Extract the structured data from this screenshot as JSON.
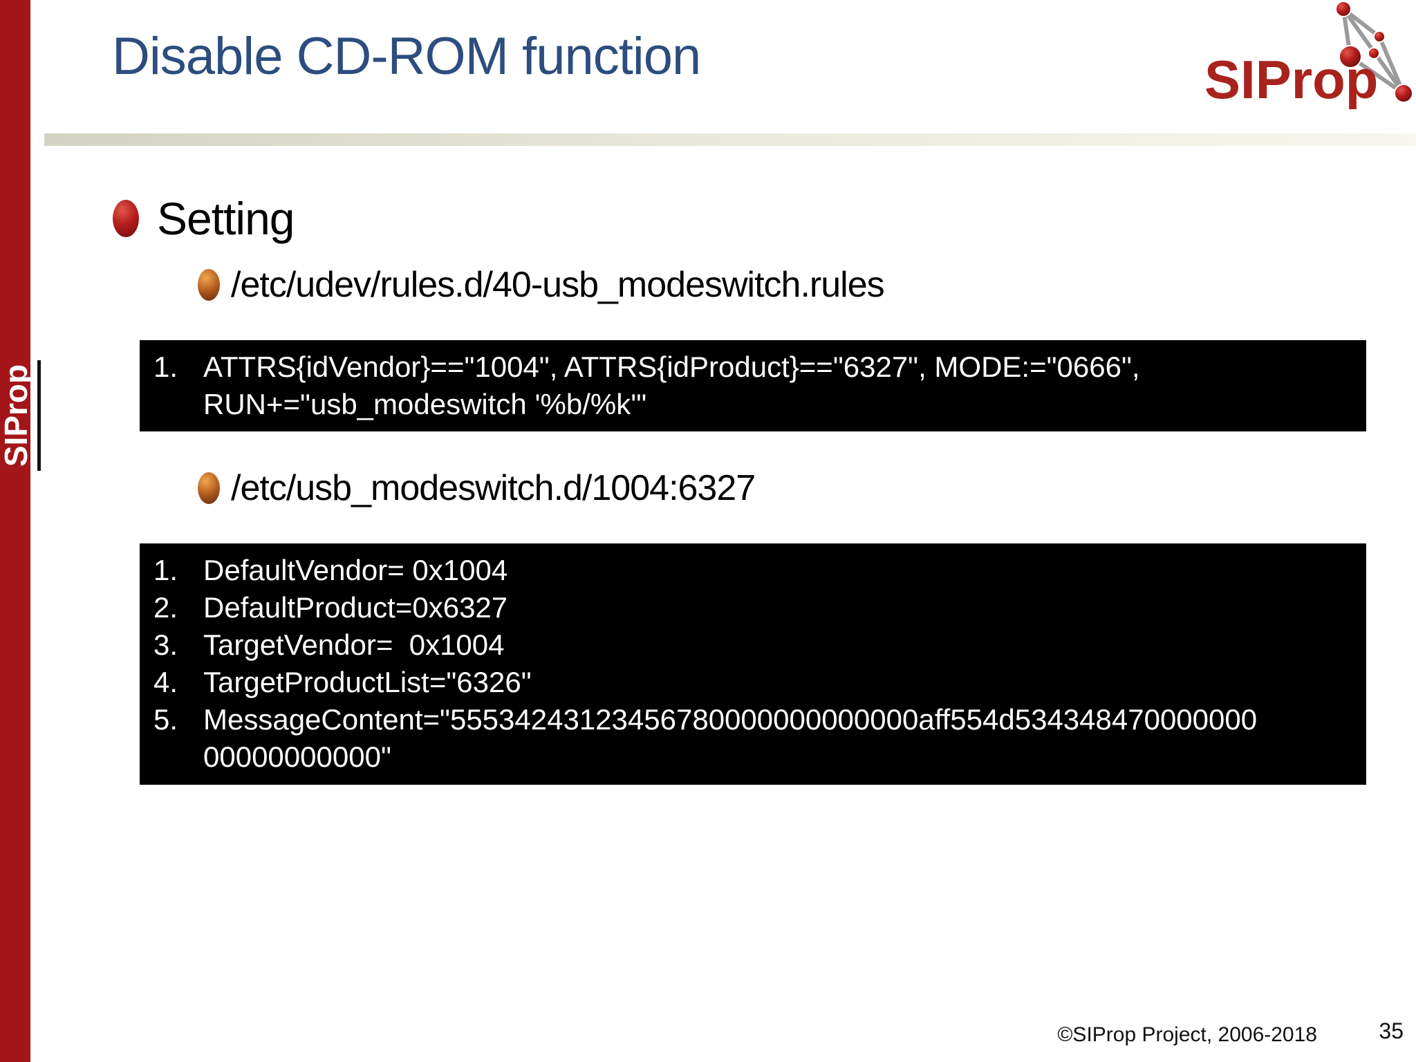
{
  "header": {
    "title": "Disable CD-ROM function",
    "logo_text": "SIProp"
  },
  "sidebar": {
    "brand": "SIProp"
  },
  "content": {
    "section_heading": "Setting",
    "file1": {
      "path": "/etc/udev/rules.d/40-usb_modeswitch.rules",
      "code": [
        {
          "num": "1.",
          "lines": [
            "ATTRS{idVendor}==\"1004\", ATTRS{idProduct}==\"6327\", MODE:=\"0666\",",
            "RUN+=\"usb_modeswitch '%b/%k'\""
          ]
        }
      ]
    },
    "file2": {
      "path": "/etc/usb_modeswitch.d/1004:6327",
      "code": [
        {
          "num": "1.",
          "lines": [
            "DefaultVendor= 0x1004"
          ]
        },
        {
          "num": "2.",
          "lines": [
            "DefaultProduct=0x6327"
          ]
        },
        {
          "num": "3.",
          "lines": [
            "TargetVendor=  0x1004"
          ]
        },
        {
          "num": "4.",
          "lines": [
            "TargetProductList=\"6326\""
          ]
        },
        {
          "num": "5.",
          "lines": [
            "MessageContent=\"55534243123456780000000000000aff554d534348470000000",
            "00000000000\""
          ]
        }
      ],
      "message_content_full": "55534243123456780000000000000aff554d53434847000000000000000000"
    }
  },
  "footer": {
    "copyright": "©SIProp Project, 2006-2018",
    "page_number": "35"
  },
  "colors": {
    "sidebar_red": "#a31518",
    "title_blue": "#2c4d7e",
    "logo_red": "#a8231d",
    "code_background": "#000000",
    "code_text": "#ffffff",
    "rule_beige": "#d4d2c2"
  }
}
